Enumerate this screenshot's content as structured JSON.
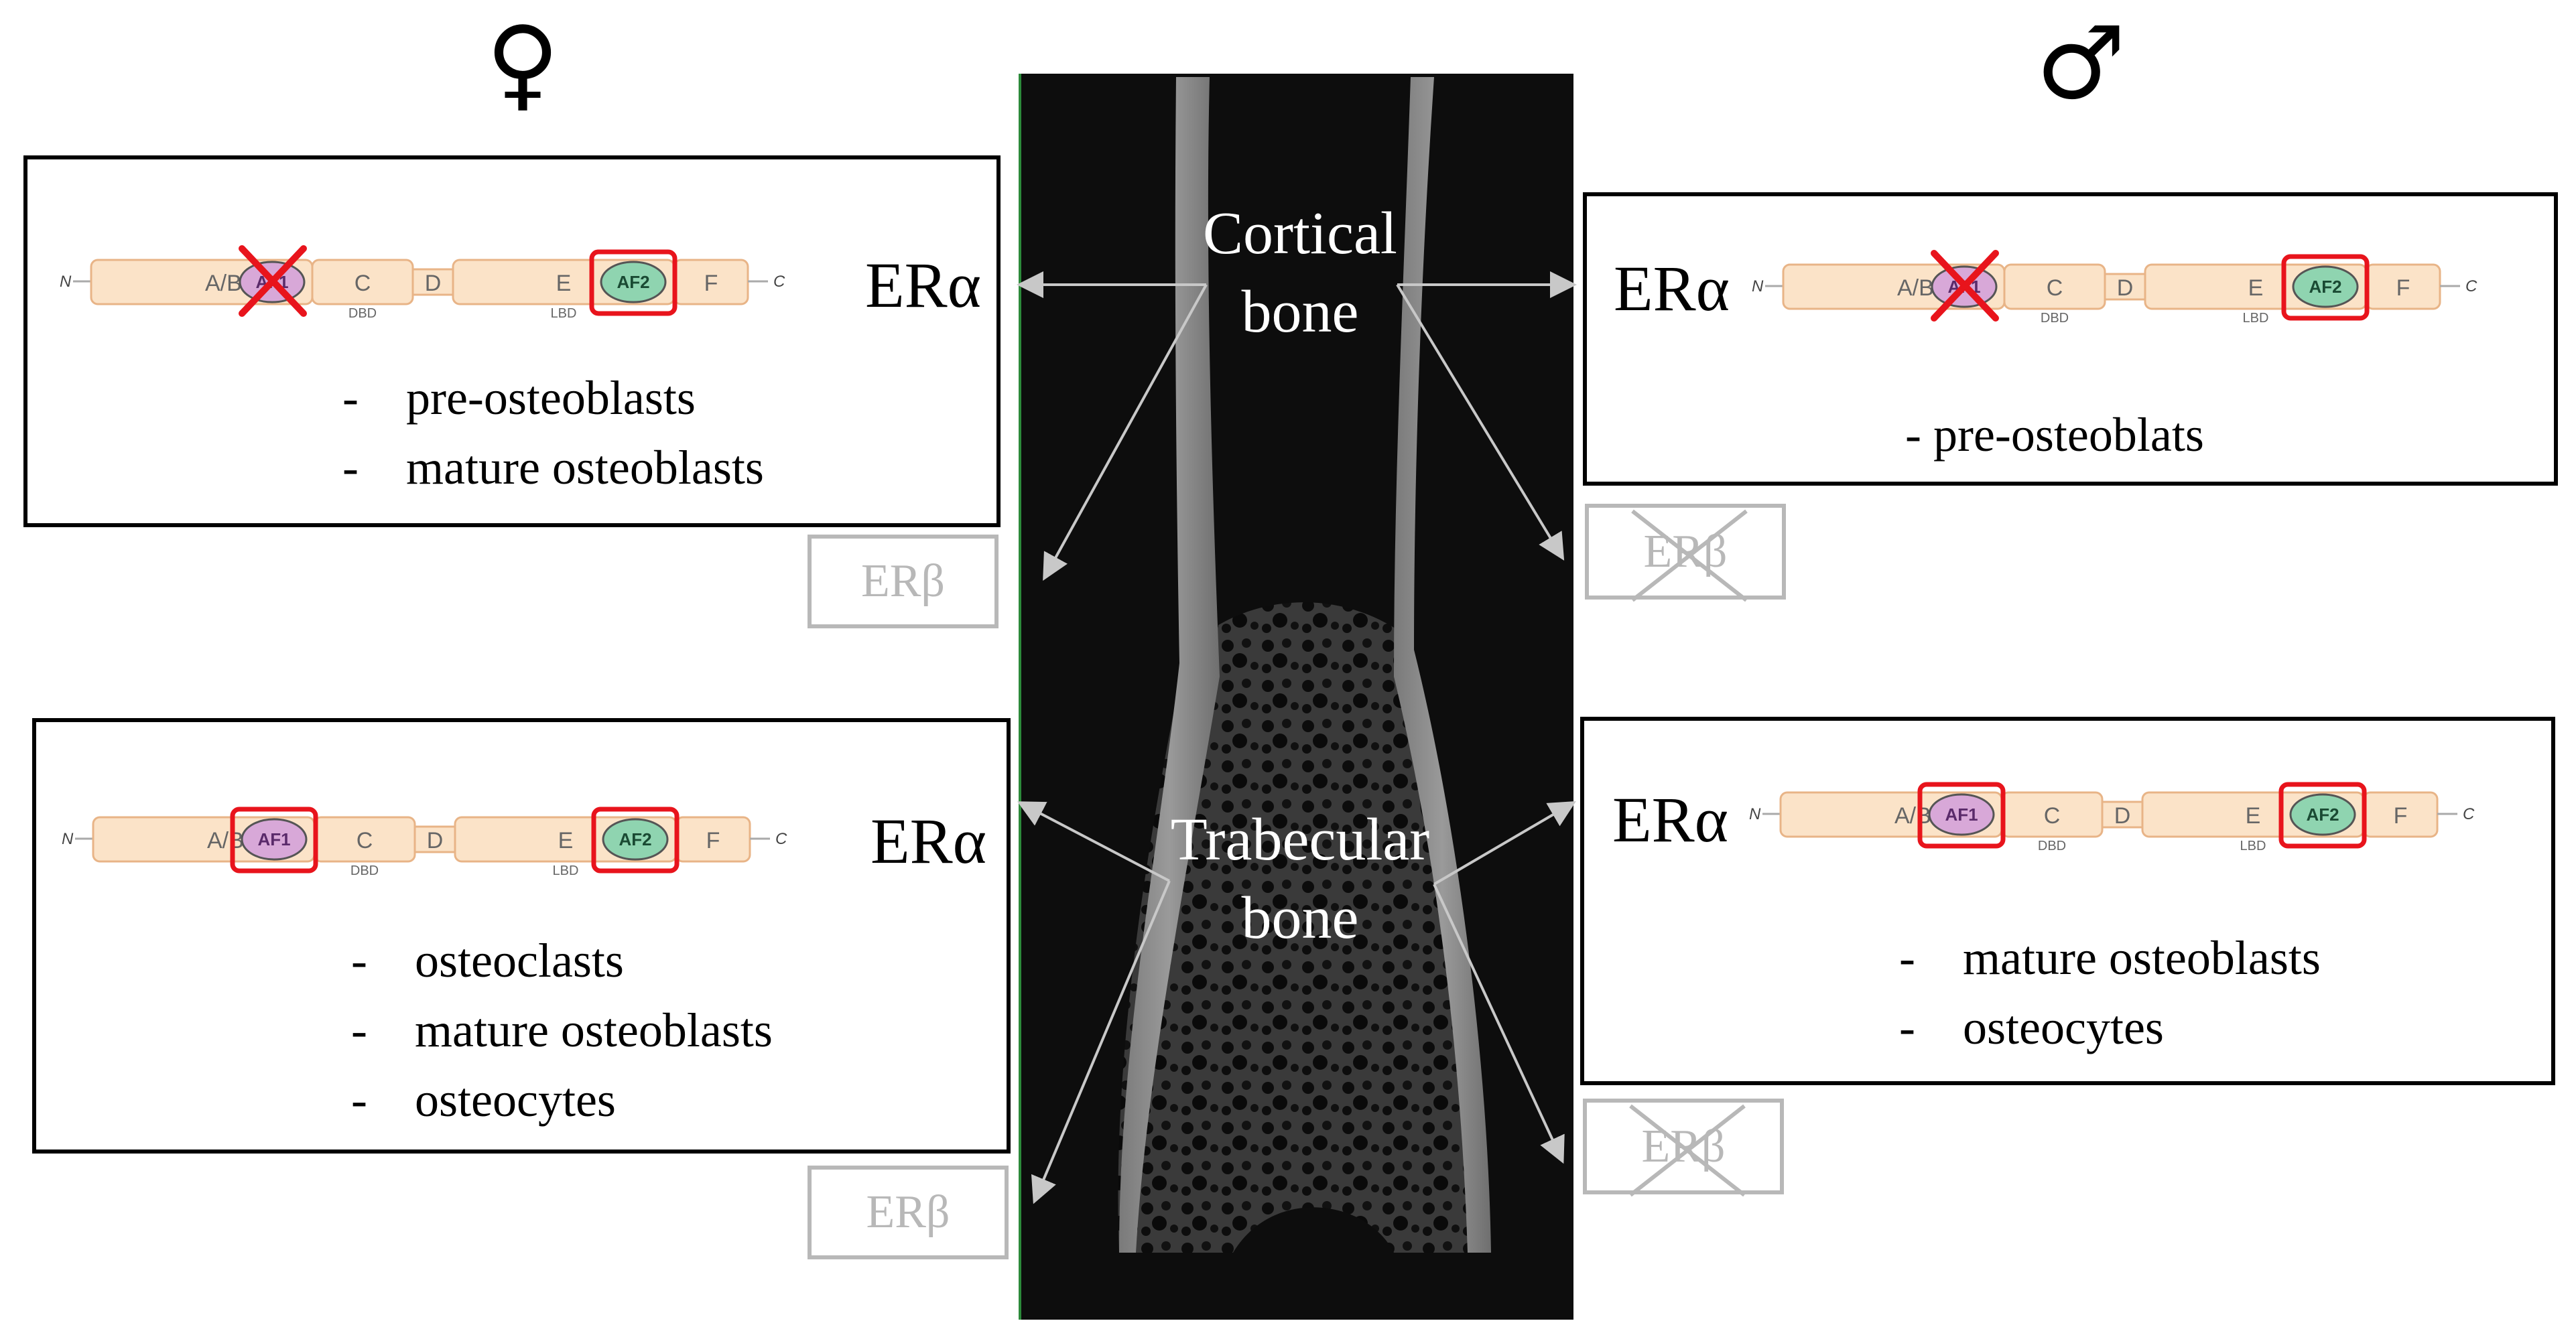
{
  "female": {
    "symbol": "♀",
    "cortical": {
      "receptor": "ERα",
      "cells": [
        "pre-osteoblasts",
        "mature osteoblasts"
      ],
      "er_beta": "ERβ"
    },
    "trabecular": {
      "receptor": "ERα",
      "cells": [
        "osteoclasts",
        "mature osteoblasts",
        "osteocytes"
      ],
      "er_beta": "ERβ"
    }
  },
  "male": {
    "symbol": "♂",
    "cortical": {
      "receptor": "ERα",
      "cells": [
        "- pre-osteoblats"
      ],
      "er_beta": "ERβ"
    },
    "trabecular": {
      "receptor": "ERα",
      "cells": [
        "mature osteoblasts",
        "osteocytes"
      ],
      "er_beta": "ERβ"
    }
  },
  "bone": {
    "cortical_label": [
      "Cortical",
      "bone"
    ],
    "trabecular_label": [
      "Trabecular",
      "bone"
    ]
  },
  "domain_map": {
    "n_term": "N",
    "c_term": "C",
    "ab": "A/B",
    "af1": "AF1",
    "c": "C",
    "dbd": "DBD",
    "d": "D",
    "e": "E",
    "lbd": "LBD",
    "af2": "AF2",
    "f": "F"
  },
  "colors": {
    "domain_fill": "#fbe3c8",
    "domain_stroke": "#e8b487",
    "af1_fill": "#d8a8d8",
    "af2_fill": "#8fd4b0",
    "highlight": "#e8141c",
    "erb_gray": "#b8b8b8"
  }
}
